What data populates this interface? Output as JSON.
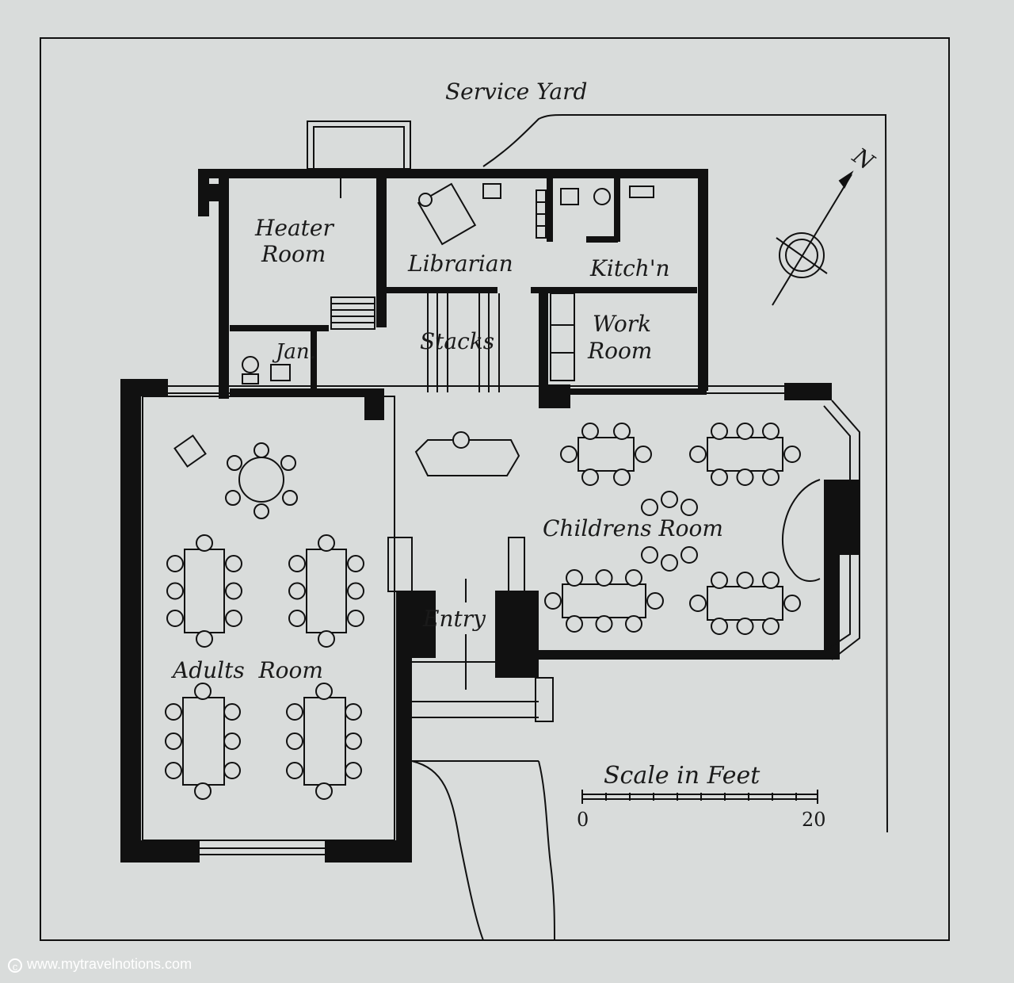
{
  "labels": {
    "service_yard": "Service Yard",
    "heater_room_line1": "Heater",
    "heater_room_line2": "Room",
    "librarian": "Librarian",
    "kitchen": "Kitch'n",
    "jan": "Jan.",
    "stacks": "Stacks",
    "work_room_line1": "Work",
    "work_room_line2": "Room",
    "childrens_room": "Childrens Room",
    "entry": "Entry",
    "adults_room": "Adults  Room",
    "north": "N"
  },
  "scale": {
    "title": "Scale in Feet",
    "start": "0",
    "end": "20"
  },
  "watermark": {
    "symbol": "c",
    "text": "www.mytravelnotions.com"
  },
  "colors": {
    "paper": "#d9dcdb",
    "ink": "#111111"
  }
}
